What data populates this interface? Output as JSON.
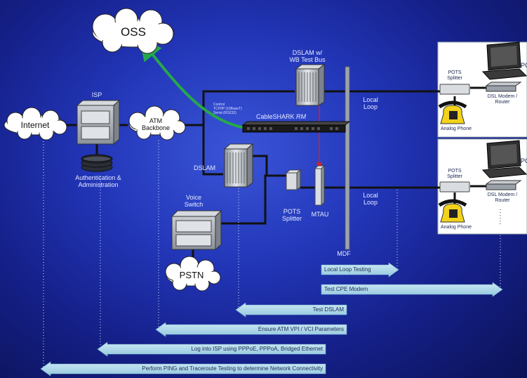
{
  "clouds": {
    "oss": "OSS",
    "internet": "Internet",
    "atm": [
      "ATM",
      "Backbone"
    ],
    "pstn": "PSTN"
  },
  "labels": {
    "isp": "ISP",
    "auth": [
      "Authentication &",
      "Administration"
    ],
    "dslam_wb": [
      "DSLAM w/",
      "WB Test Bus"
    ],
    "dslam": "DSLAM",
    "voice_switch": [
      "Voice",
      "Switch"
    ],
    "pots_splitter_co": [
      "POTS",
      "Splitter"
    ],
    "mtau": "MTAU",
    "mdf": "MDF",
    "local_loop": [
      "Local",
      "Loop"
    ],
    "cableshark": "CableSHARK",
    "cableshark_italic": "RM",
    "control": [
      "Control",
      "TCP/IP (10BaseT)",
      "Serial (RS232)"
    ]
  },
  "customer_premises": [
    {
      "pc_label": "PC",
      "splitter_label": [
        "POTS",
        "Splitter"
      ],
      "modem_label": [
        "DSL Modem /",
        "Router"
      ],
      "phone_label": "Analog Phone"
    },
    {
      "pc_label": "PC",
      "splitter_label": [
        "POTS",
        "Splitter"
      ],
      "modem_label": [
        "DSL Modem /",
        "Router"
      ],
      "phone_label": "Analog Phone"
    }
  ],
  "tests": [
    {
      "label": "Local Loop Testing",
      "direction": "right"
    },
    {
      "label": "Test CPE Modem",
      "direction": "right"
    },
    {
      "label": "Test DSLAM",
      "direction": "left"
    },
    {
      "label": "Ensure ATM VPI / VCI Parameters",
      "direction": "left"
    },
    {
      "label": "Log into ISP using PPPoE, PPPoA, Bridged Ethernet",
      "direction": "left"
    },
    {
      "label": "Perform PING and Traceroute Testing to determine Network Connectivity",
      "direction": "left"
    }
  ],
  "colors": {
    "arrow_fill": "#a9d6ea",
    "control_link": "#26a84a",
    "test_bus": "#d62020",
    "line": "#111111"
  }
}
